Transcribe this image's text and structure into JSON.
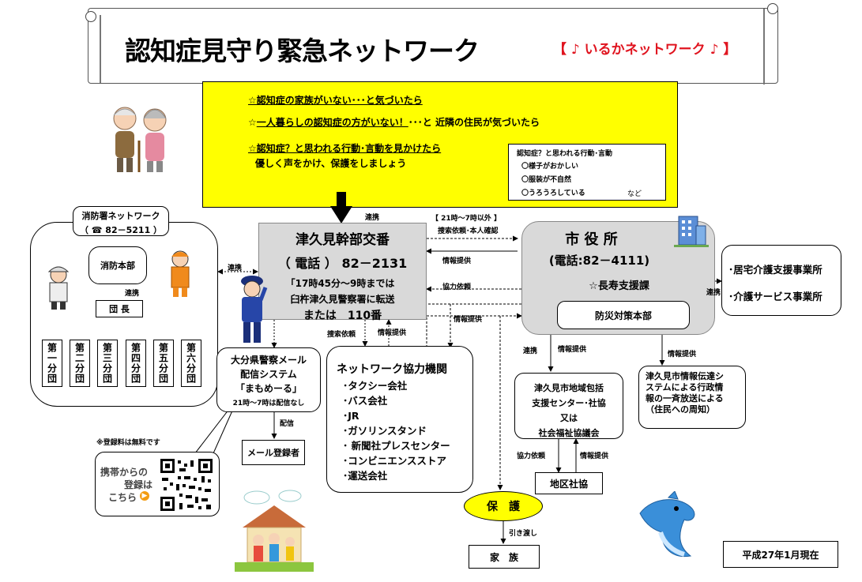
{
  "title": {
    "main": "認知症見守り緊急ネットワーク",
    "sub": "【 ♪ いるかネットワーク ♪ 】"
  },
  "yellow": {
    "line1": "☆認知症の家族がいない･･･と気づいたら",
    "line2a": "☆",
    "line2b": "一人暮らしの認知症の方がいない！",
    "line2c": "･･･と 近隣の住民が気づいたら",
    "line3": "☆認知症？と思われる行動･言動を見かけたら",
    "line4": "優しく声をかけ、保護をしましょう",
    "inner": {
      "title": "認知症？と思われる行動･言動",
      "items": [
        "〇様子がおかしい",
        "〇服装が不自然",
        "〇うろうろしている"
      ],
      "etc": "など"
    }
  },
  "fire": {
    "title": "消防署ネットワーク",
    "phone": "（ ☎ 82－5211 ）",
    "hq": "消防本部",
    "link": "連携",
    "leader": "団 長",
    "units": [
      "第一分団",
      "第二分団",
      "第三分団",
      "第四分団",
      "第五分団",
      "第六分団"
    ]
  },
  "police": {
    "title": "津久見幹部交番",
    "phone": "（ 電話 ） 82－2131",
    "note1": "｢17時45分～9時までは",
    "note2": "臼杵津久見警察署に転送",
    "note3": "または　110番"
  },
  "cityhall": {
    "title": "市 役 所",
    "phone": "(電話:82－4111)",
    "dept": "☆長寿支援課",
    "disaster": "防災対策本部"
  },
  "care": {
    "item1": "･居宅介護支援事業所",
    "item2": "･介護サービス事業所"
  },
  "mail": {
    "line1": "大分県警察メール",
    "line2": "配信システム",
    "line3": "｢まもめーる｣",
    "line4": "21時～7時は配信なし",
    "registrant": "メール登録者"
  },
  "qr": {
    "free": "※登録料は無料です",
    "text1": "携帯からの",
    "text2": "登録は",
    "text3": "こちら"
  },
  "partner": {
    "title": "ネットワーク協力機関",
    "items": [
      "･タクシー会社",
      "･バス会社",
      "･JR",
      "･ガソリンスタンド",
      "･ 新聞社プレスセンター",
      "･コンビニエンスストア",
      "･運送会社"
    ]
  },
  "center": {
    "line1": "津久見市地域包括",
    "line2": "支援センター･社協",
    "line3": "又は",
    "line4": "社会福祉協議会"
  },
  "district": "地区社協",
  "broadcast": {
    "line1": "津久見市情報伝達シ",
    "line2": "ステムによる行政情",
    "line3": "報の一斉放送による",
    "line4": "（住民への周知）"
  },
  "protect": "保　護",
  "family": "家　族",
  "date": "平成27年1月現在",
  "labels": {
    "renkei": "連携",
    "night": "【 21時～7時以外 】",
    "search_confirm": "捜索依頼･本人確認",
    "info": "情報提供",
    "coop": "協力依頼",
    "search": "捜索依頼",
    "deliver": "配信",
    "handover": "引き渡し"
  }
}
